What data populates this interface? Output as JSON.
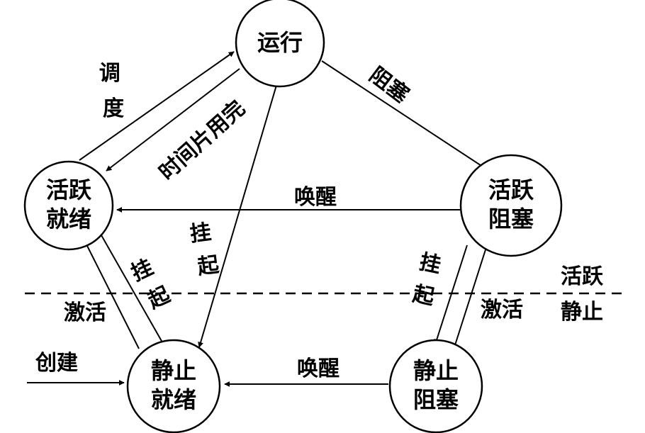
{
  "nodes": {
    "running": {
      "lines": [
        "运行"
      ]
    },
    "active_ready": {
      "lines": [
        "活跃",
        "就绪"
      ]
    },
    "active_blocked": {
      "lines": [
        "活跃",
        "阻塞"
      ]
    },
    "static_ready": {
      "lines": [
        "静止",
        "就绪"
      ]
    },
    "static_blocked": {
      "lines": [
        "静止",
        "阻塞"
      ]
    }
  },
  "edges": {
    "schedule": {
      "from": "active_ready",
      "to": "running",
      "label": "调度"
    },
    "timeslice": {
      "from": "running",
      "to": "active_ready",
      "label": "时间片用完"
    },
    "block": {
      "from": "running",
      "to": "active_blocked",
      "label": "阻塞"
    },
    "wake_active": {
      "from": "active_blocked",
      "to": "active_ready",
      "label": "唤醒"
    },
    "suspend_running": {
      "from": "running",
      "to": "static_ready",
      "label": "挂起"
    },
    "suspend_ready": {
      "from": "active_ready",
      "to": "static_ready",
      "label": "挂起"
    },
    "activate_ready": {
      "from": "static_ready",
      "to": "active_ready",
      "label": "激活"
    },
    "suspend_blocked": {
      "from": "active_blocked",
      "to": "static_blocked",
      "label": "挂起"
    },
    "activate_blocked": {
      "from": "static_blocked",
      "to": "active_blocked",
      "label": "激活"
    },
    "wake_static": {
      "from": "static_blocked",
      "to": "static_ready",
      "label": "唤醒"
    },
    "create": {
      "from": null,
      "to": "static_ready",
      "label": "创建"
    }
  },
  "legend": {
    "lines": [
      "活跃",
      "静止"
    ]
  },
  "colors": {
    "stroke": "#000000",
    "background": "#ffffff"
  }
}
